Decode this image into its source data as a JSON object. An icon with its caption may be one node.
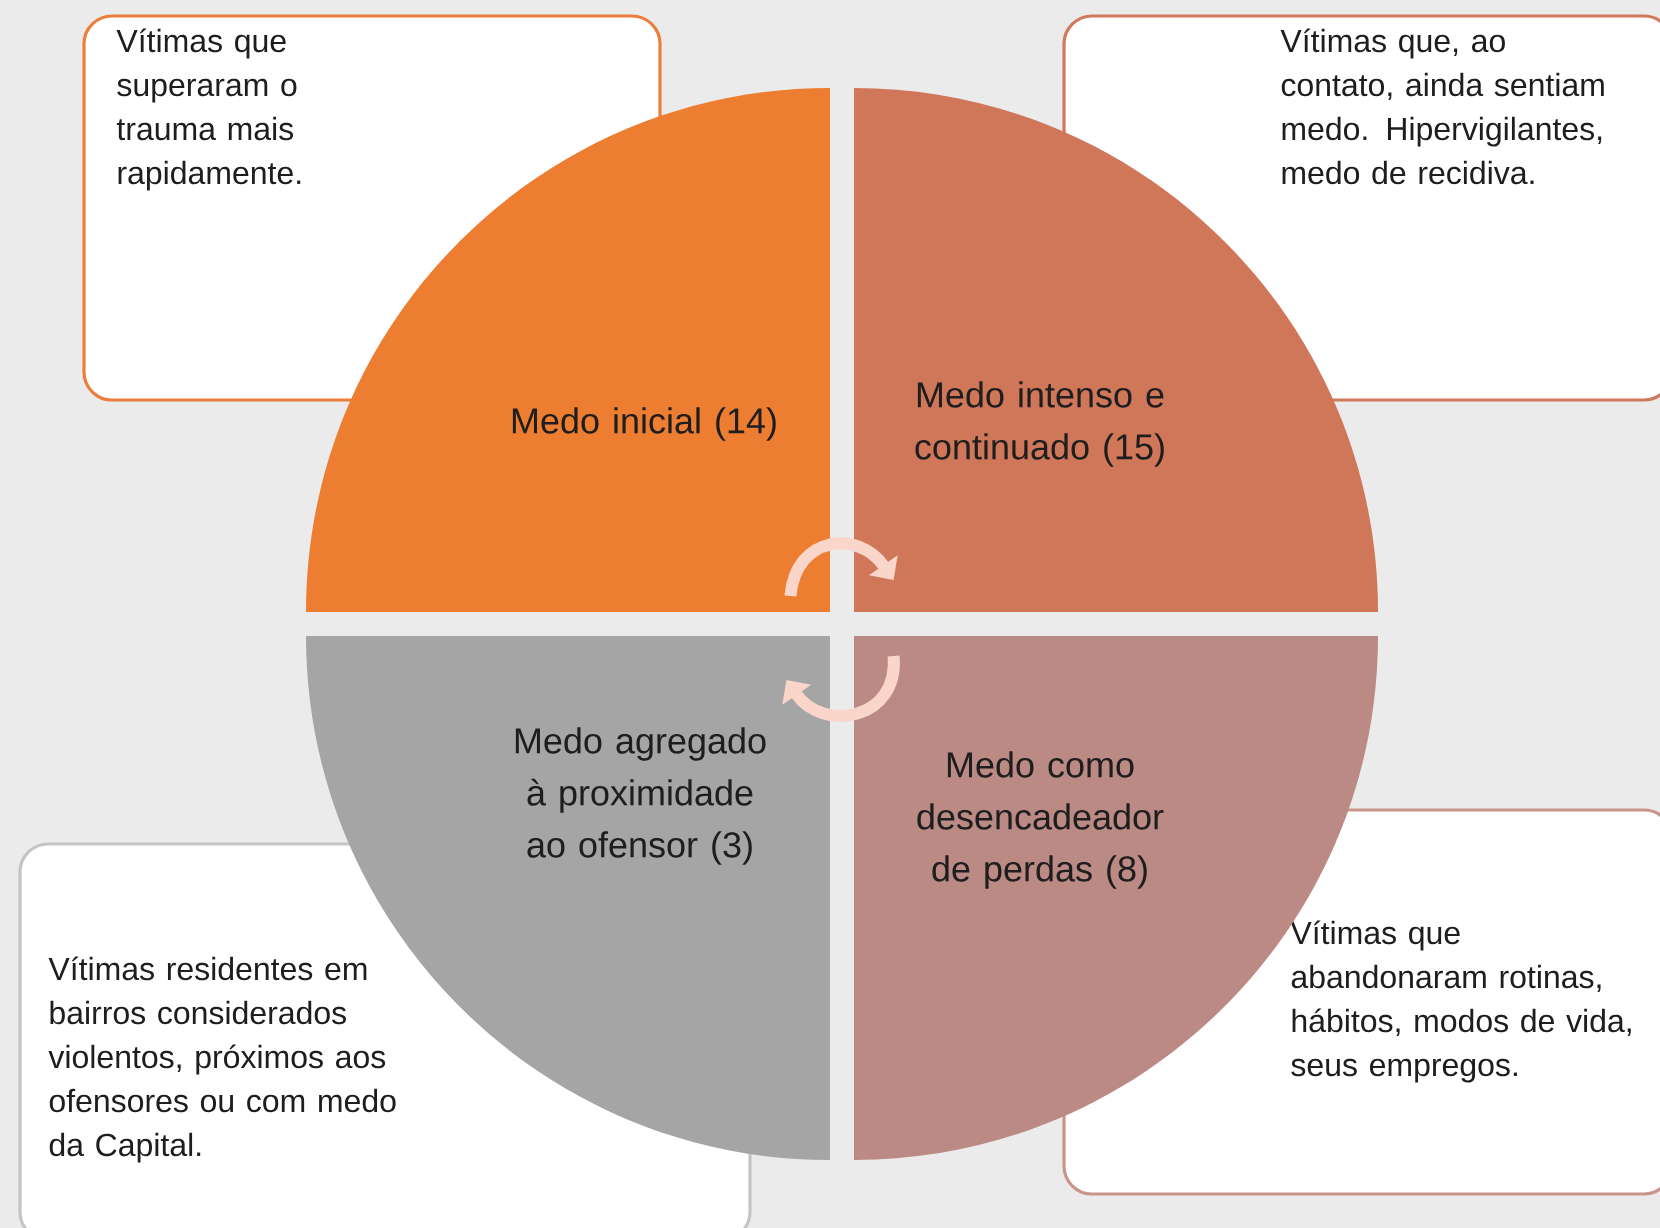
{
  "diagram": {
    "nodes": [
      {
        "text": [
          "Vítimas que superaram o trauma mais rapidamente."
        ]
      },
      {
        "text": [
          "Vítimas que, ao contato, ainda sentiam medo. Hipervigilantes, medo de recidiva."
        ]
      },
      {
        "text": [
          "Medo inicial (14)"
        ]
      },
      {
        "text": [
          "Medo intenso e continuado (15)"
        ]
      },
      {
        "text": [
          "Medo agregado à proximidade ao ofensor (3)"
        ]
      },
      {
        "text": [
          "Medo como desencadeador de perdas (8)"
        ]
      },
      {
        "text": [
          "Vítimas residentes em bairros considerados violentos, próximos aos ofensores ou com medo da Capital."
        ]
      },
      {
        "text": [
          "Vítimas que abandonaram rotinas, hábitos, modos de vida, seus empregos."
        ]
      }
    ],
    "edges": [
      {
        "from": 2,
        "to": 3,
        "arrow": "to"
      },
      {
        "from": 5,
        "to": 4,
        "arrow": "to"
      }
    ]
  }
}
